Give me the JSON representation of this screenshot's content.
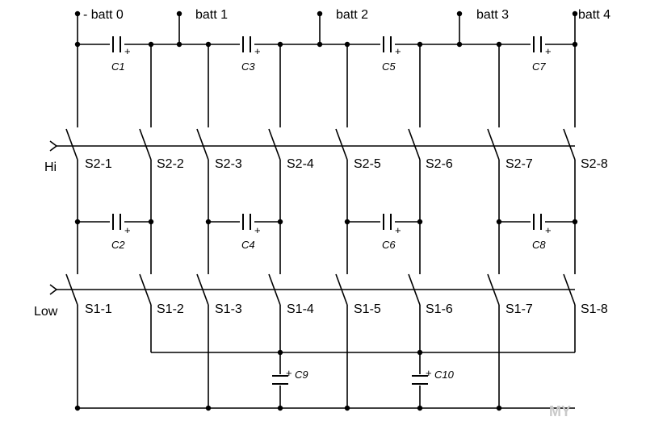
{
  "batteries": [
    {
      "label": "- batt 0"
    },
    {
      "label": "batt 1"
    },
    {
      "label": "batt 2"
    },
    {
      "label": "batt 3"
    },
    {
      "label": "batt 4"
    }
  ],
  "inputs": [
    {
      "label": "Hi"
    },
    {
      "label": "Low"
    }
  ],
  "capacitors": [
    {
      "label": "C1",
      "polarity": "+"
    },
    {
      "label": "C3",
      "polarity": "+"
    },
    {
      "label": "C5",
      "polarity": "+"
    },
    {
      "label": "C7",
      "polarity": "+"
    },
    {
      "label": "C2",
      "polarity": "+"
    },
    {
      "label": "C4",
      "polarity": "+"
    },
    {
      "label": "C6",
      "polarity": "+"
    },
    {
      "label": "C8",
      "polarity": "+"
    },
    {
      "label": "C9",
      "polarity": "+"
    },
    {
      "label": "C10",
      "polarity": "+"
    }
  ],
  "switches_s2": [
    "S2-1",
    "S2-2",
    "S2-3",
    "S2-4",
    "S2-5",
    "S2-6",
    "S2-7",
    "S2-8"
  ],
  "switches_s1": [
    "S1-1",
    "S1-2",
    "S1-3",
    "S1-4",
    "S1-5",
    "S1-6",
    "S1-7",
    "S1-8"
  ],
  "watermark": "MY",
  "colors": {
    "line": "#000000",
    "background": "#ffffff",
    "watermark": "#c9c9c9"
  }
}
